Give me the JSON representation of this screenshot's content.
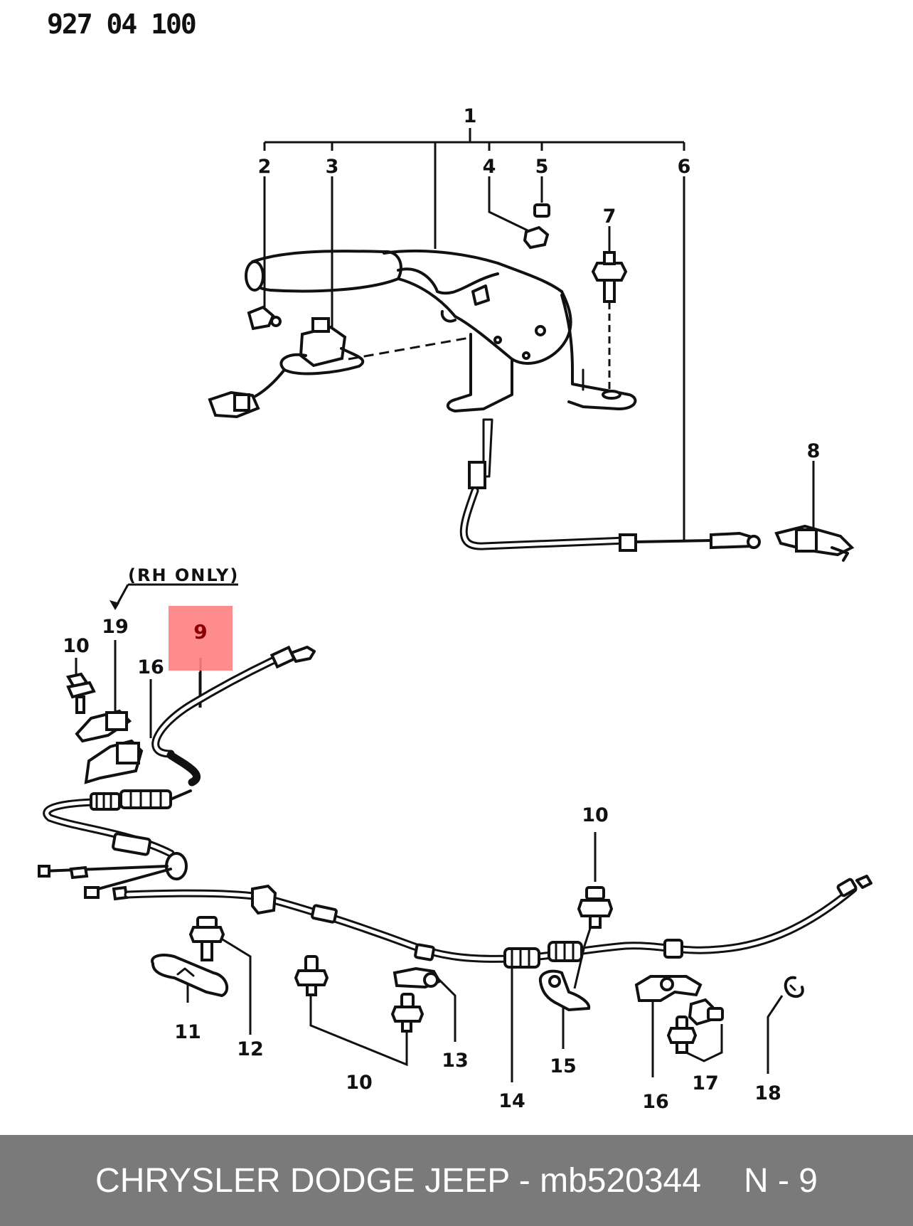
{
  "document_number": "927 04 100",
  "note_text": "(RH ONLY)",
  "highlighted_callout": "9",
  "callouts": {
    "c1": "1",
    "c2": "2",
    "c3": "3",
    "c4": "4",
    "c5": "5",
    "c6": "6",
    "c7": "7",
    "c8": "8",
    "c9": "9",
    "c10a": "10",
    "c10b": "10",
    "c10c": "10",
    "c11": "11",
    "c12": "12",
    "c13": "13",
    "c14": "14",
    "c15": "15",
    "c16a": "16",
    "c16b": "16",
    "c17": "17",
    "c18": "18",
    "c19": "19"
  },
  "footer": {
    "title": "CHRYSLER DODGE JEEP - mb520344",
    "page": "N - 9"
  }
}
